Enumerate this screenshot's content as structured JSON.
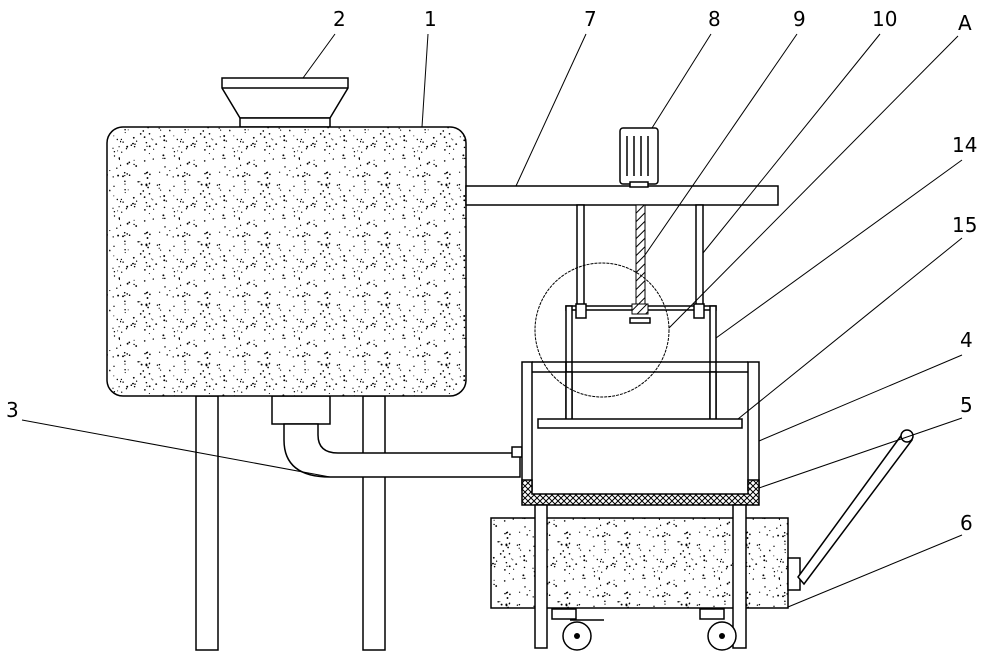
{
  "figure": {
    "labels": {
      "hopper": "2",
      "tank": "1",
      "arm": "7",
      "motor": "8",
      "screw": "9",
      "rod": "10",
      "detail_a": "A",
      "frame": "14",
      "press_plate": "15",
      "box": "4",
      "filter_mesh": "5",
      "pipe": "3",
      "handle": "6"
    }
  }
}
